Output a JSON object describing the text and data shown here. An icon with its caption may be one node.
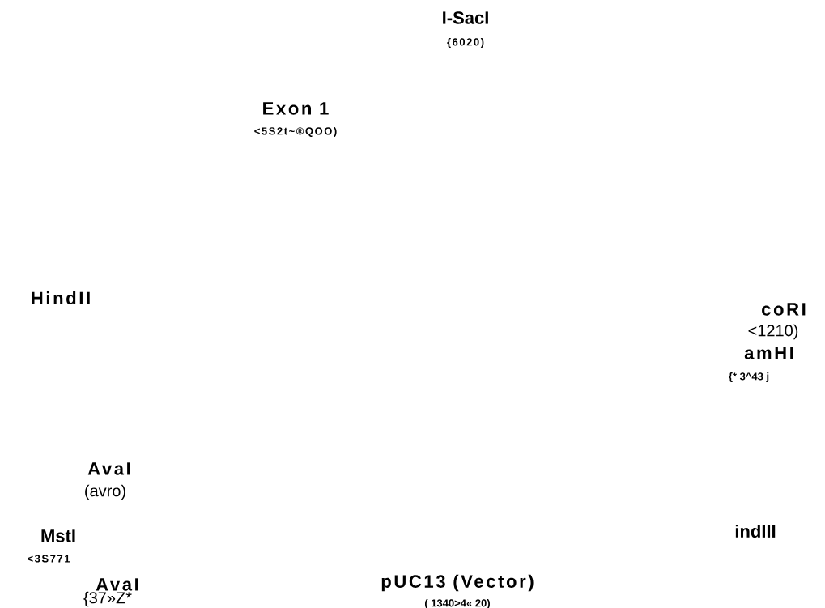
{
  "diagram": {
    "labels": [
      "I-SacI",
      "{6020)",
      "Exon 1",
      "<5S2t~®QOO)",
      "coRI",
      "<1210)",
      "amHI",
      "{* 3^43 j",
      "HindII",
      "AvaI",
      "(avro)",
      "MstI",
      "<3S771",
      "indIII",
      "AvaI",
      "{37»Z*",
      "pUC13 (Vector)",
      "( 1340>4« 20)"
    ]
  }
}
